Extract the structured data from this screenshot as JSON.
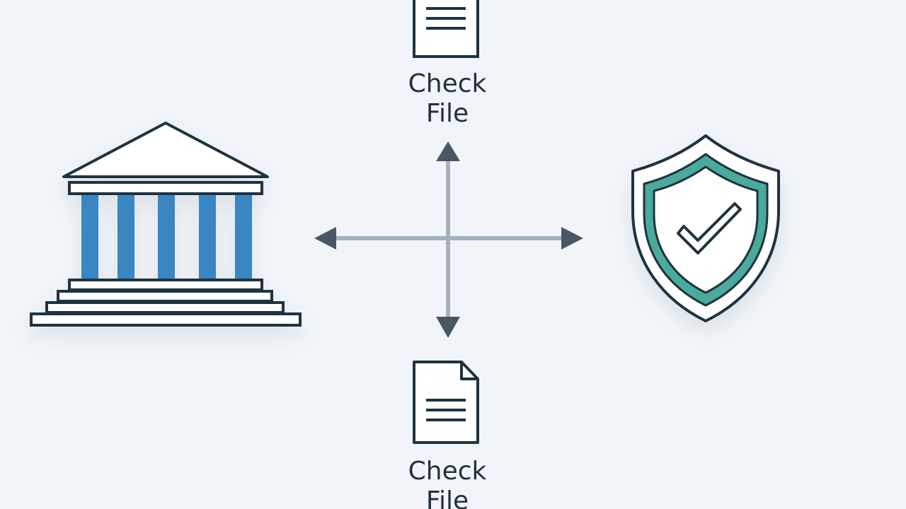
{
  "colors": {
    "background": "#f1f5f9",
    "ink": "#1e3340",
    "column_blue": "#3a86c2",
    "shield_teal": "#4aaa9c",
    "connector_gray": "#a3b1bd",
    "arrow_head": "#4a5663",
    "label_text": "#22313f"
  },
  "nodes": {
    "top": {
      "icon": "document-icon",
      "label_line1": "Check",
      "label_line2": "File"
    },
    "bottom": {
      "icon": "document-icon",
      "label_line1": "Check",
      "label_line2": "File"
    },
    "left": {
      "icon": "bank-building-icon"
    },
    "right": {
      "icon": "shield-check-icon"
    }
  },
  "connectors": {
    "type": "four-way-cross",
    "directions": [
      "up",
      "down",
      "left",
      "right"
    ]
  }
}
